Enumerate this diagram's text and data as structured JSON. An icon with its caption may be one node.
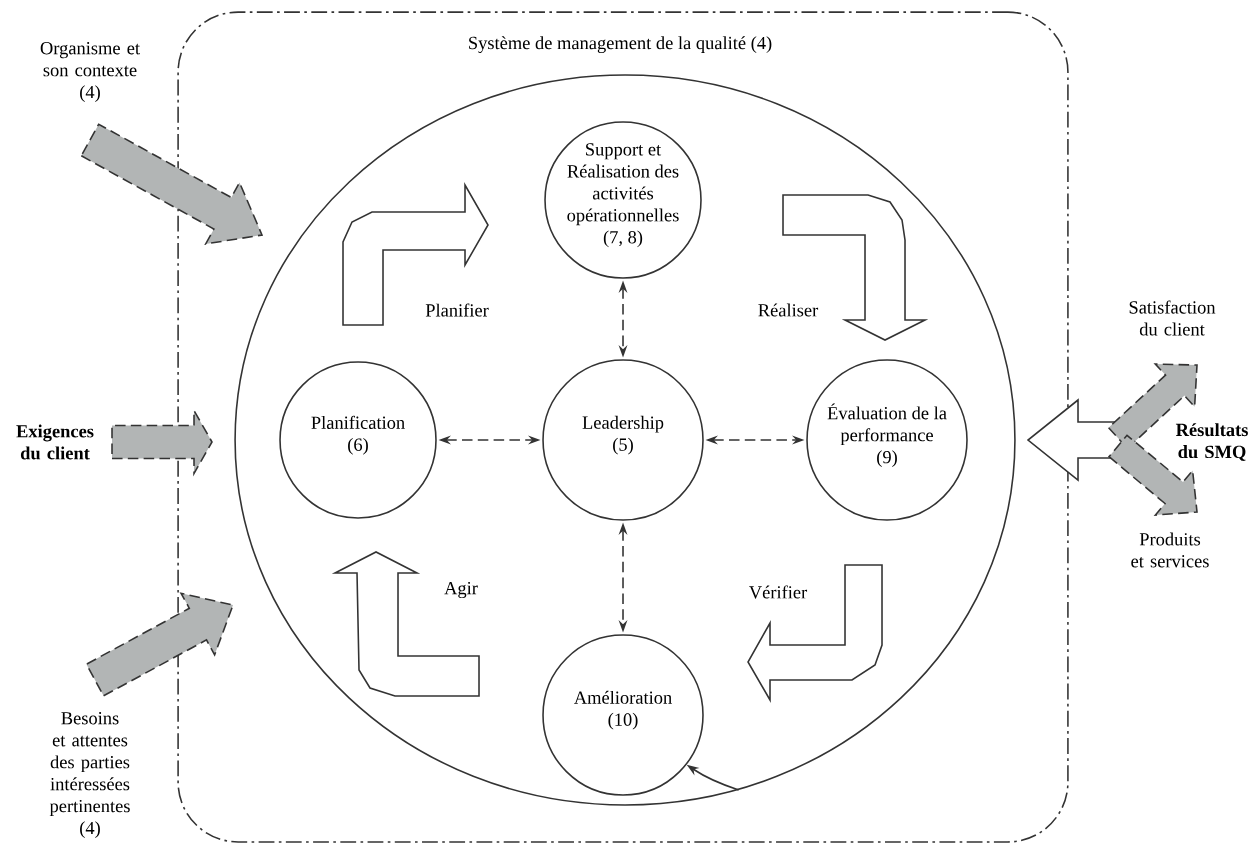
{
  "diagram": {
    "nodes": [
      {
        "text": [
          "Système de management de la qualité (4)"
        ]
      },
      {
        "text": [],
        "shape": "circle",
        "in": 0
      },
      {
        "text": [
          "Support et Réalisation des activités opérationnelles",
          "(7, 8)"
        ],
        "in": 1
      },
      {
        "text": [
          "Planification",
          "(6)"
        ],
        "in": 1
      },
      {
        "text": [
          "Leadership",
          "(5)"
        ],
        "in": 1
      },
      {
        "text": [
          "Évaluation de la performance",
          "(9)"
        ],
        "in": 1
      },
      {
        "text": [
          "Amélioration",
          "(10)"
        ],
        "in": 1
      },
      {
        "text": [
          "Organisme et son contexte",
          "(4)"
        ]
      },
      {
        "text": [
          "Exigences du client"
        ]
      },
      {
        "text": [
          "Besoins et attentes des parties intéressées pertinentes",
          "(4)"
        ]
      },
      {
        "text": [
          "Satisfaction du client"
        ]
      },
      {
        "text": [
          "Résultats du SMQ"
        ]
      },
      {
        "text": [
          "Produits et services"
        ]
      }
    ],
    "edges": [
      {
        "from": 7,
        "to": 1,
        "arrow": "to",
        "style": "dashed",
        "color": "#b2b5b5"
      },
      {
        "from": 8,
        "to": 1,
        "arrow": "to",
        "style": "dashed",
        "color": "#b2b5b5"
      },
      {
        "from": 9,
        "to": 1,
        "arrow": "to",
        "style": "dashed",
        "color": "#b2b5b5"
      },
      {
        "from": 3,
        "to": 2,
        "arrow": "to",
        "label": "Planifier"
      },
      {
        "from": 2,
        "to": 5,
        "arrow": "to",
        "label": "Réaliser"
      },
      {
        "from": 5,
        "to": 6,
        "arrow": "to",
        "label": "Vérifier"
      },
      {
        "from": 6,
        "to": 3,
        "arrow": "to",
        "label": "Agir"
      },
      {
        "from": 2,
        "to": 4,
        "arrow": "both",
        "style": "dashed"
      },
      {
        "from": 3,
        "to": 4,
        "arrow": "both",
        "style": "dashed"
      },
      {
        "from": 4,
        "to": 5,
        "arrow": "both",
        "style": "dashed"
      },
      {
        "from": 4,
        "to": 6,
        "arrow": "both",
        "style": "dashed"
      },
      {
        "from": 1,
        "to": 6,
        "arrow": "to"
      },
      {
        "from": 11,
        "to": 1,
        "arrow": "to"
      },
      {
        "from": 11,
        "to": 10,
        "arrow": "to",
        "style": "dashed",
        "color": "#b2b5b5"
      },
      {
        "from": 11,
        "to": 12,
        "arrow": "to",
        "style": "dashed",
        "color": "#b2b5b5"
      }
    ]
  }
}
